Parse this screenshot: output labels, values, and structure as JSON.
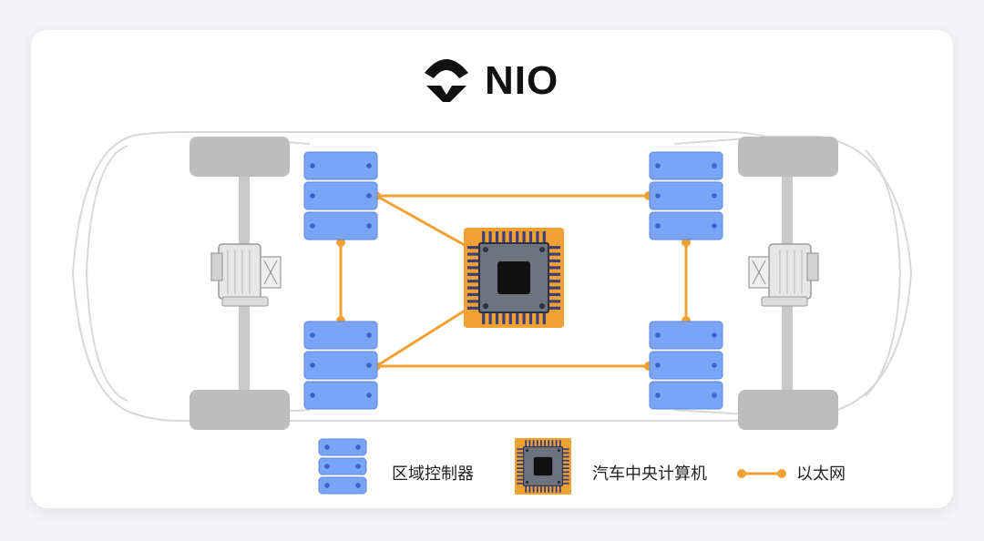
{
  "brand": {
    "name": "NIO"
  },
  "legend": {
    "zone_controller": "区域控制器",
    "central_computer": "汽车中央计算机",
    "ethernet": "以太网"
  },
  "colors": {
    "controller_fill": "#7aa4f5",
    "controller_stroke": "#5a86e0",
    "controller_dot": "#3b63c9",
    "ethernet": "#f0a133",
    "chip_frame": "#f0a133",
    "chip_body": "#4a4f5c",
    "chip_pins": "#3d3f7a",
    "axle": "#c9c9c9",
    "wheel": "#bdbdbd",
    "outline": "#d8d8d8"
  },
  "icons": [
    "nio-logo-icon",
    "zone-controller-icon",
    "central-computer-chip-icon",
    "motor-icon",
    "wheel-icon"
  ]
}
